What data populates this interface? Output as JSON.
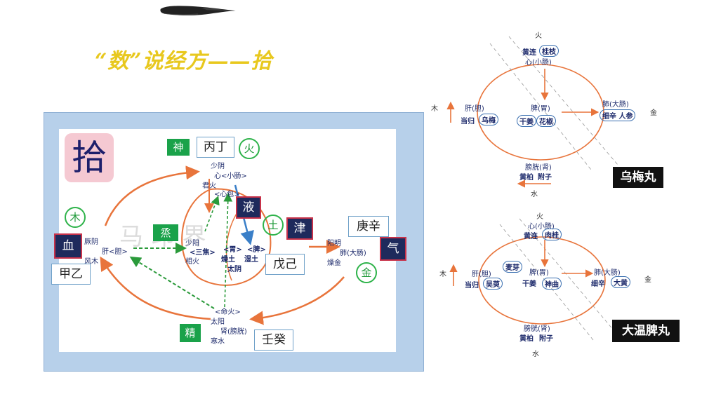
{
  "banner": {
    "title": "“数”说经方——拾"
  },
  "main": {
    "big_char": "拾",
    "shen": "神",
    "bing_ding": "丙丁",
    "huo": "火",
    "shaoyin": "少阴",
    "xin_xiaochang": "心<小肠>",
    "junhuo": "君火",
    "xinbao": "<心包>",
    "ye": "液",
    "tu": "土",
    "jin_box": "津",
    "geng_xin": "庚辛",
    "mu": "木",
    "xue": "血",
    "jueyin": "厥阴",
    "gan_dan": "肝<胆>",
    "fengmu": "风木",
    "jia_yi": "甲乙",
    "zheng": "烝",
    "shaoyang": "少阳",
    "sanjiao": "<三焦>",
    "xianghuo": "相火",
    "wei": "<胃>",
    "zaotu": "燥土",
    "pi": "<脾>",
    "shitu": "湿土",
    "taiyin": "太阴",
    "wu_ji": "戊己",
    "yangming": "阳明",
    "fei_dachang": "肺(大肠)",
    "zaojin": "燥金",
    "qi": "气",
    "jin_circle": "金",
    "minghuo": "<命火>",
    "taiyang": "太阳",
    "shen_pangguang": "肾(膀胱)",
    "hanshui": "寒水",
    "jing": "精",
    "ren_gui": "壬癸",
    "watermark": "马 印 界"
  },
  "right_top": {
    "huo": "火",
    "huanglian": "黄连",
    "guizhi": "桂枝",
    "xin_xiaochang": "心(小肠)",
    "mu": "木",
    "gan_dan": "肝(胆)",
    "danggui": "当归",
    "wumei": "乌梅",
    "pi_wei": "脾(胃)",
    "ganjiang": "干姜",
    "huajiao": "花椒",
    "fei_dachang": "肺(大肠)",
    "xixin": "细辛",
    "renshen": "人参",
    "jin": "金",
    "pangguang_shen": "膀胱(肾)",
    "huangbai": "黄柏",
    "fuzi": "附子",
    "shui": "水",
    "label": "乌梅丸"
  },
  "right_bottom": {
    "huo": "火",
    "xin_xiaochang": "心(小肠)",
    "huanglian": "黄连",
    "rougui": "肉桂",
    "mu": "木",
    "gan_dan": "肝(胆)",
    "danggui": "当归",
    "wuzhuyu": "吴萸",
    "maiya": "麦芽",
    "pi_wei": "脾(胃)",
    "ganjiang": "干姜",
    "shenqu": "神曲",
    "fei_dachang": "肺(大肠)",
    "xixin": "细辛",
    "dahuang": "大黄",
    "jin": "金",
    "pangguang_shen": "膀胱(肾)",
    "huangbai": "黄柏",
    "fuzi": "附子",
    "shui": "水",
    "label": "大温脾丸"
  }
}
